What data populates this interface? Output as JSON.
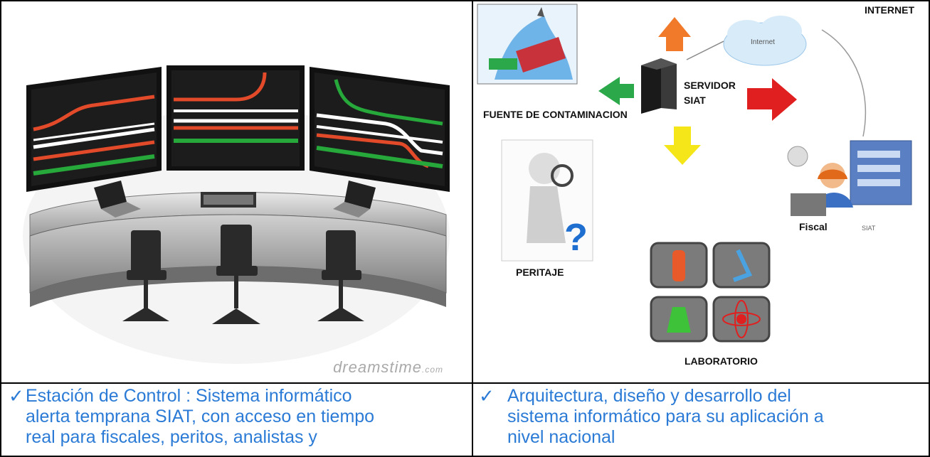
{
  "left_panel": {
    "watermark_main": "dreamstime",
    "watermark_suffix": ".com"
  },
  "diagram": {
    "internet_label": "INTERNET",
    "cloud_label": "Internet",
    "servidor_label": "SERVIDOR",
    "siat_label": "SIAT",
    "fuente_label": "FUENTE DE CONTAMINACION",
    "peritaje_label": "PERITAJE",
    "fiscal_label": "Fiscal",
    "fiscal_siat_label": "SIAT",
    "laboratorio_label": "LABORATORIO",
    "arrow_colors": {
      "up": "#f07a2a",
      "left": "#2aa84a",
      "right": "#e02020",
      "down": "#f5e61a"
    }
  },
  "bottom_left": {
    "checkmark": "✓",
    "line1": "Estación de Control : Sistema informático",
    "line2": "alerta temprana SIAT, con acceso en tiempo",
    "line3": "real para fiscales, peritos, analistas y"
  },
  "bottom_right": {
    "checkmark": "✓",
    "line1": "Arquitectura, diseño y desarrollo del",
    "line2": "sistema informático para su aplicación a",
    "line3": "nivel nacional"
  }
}
